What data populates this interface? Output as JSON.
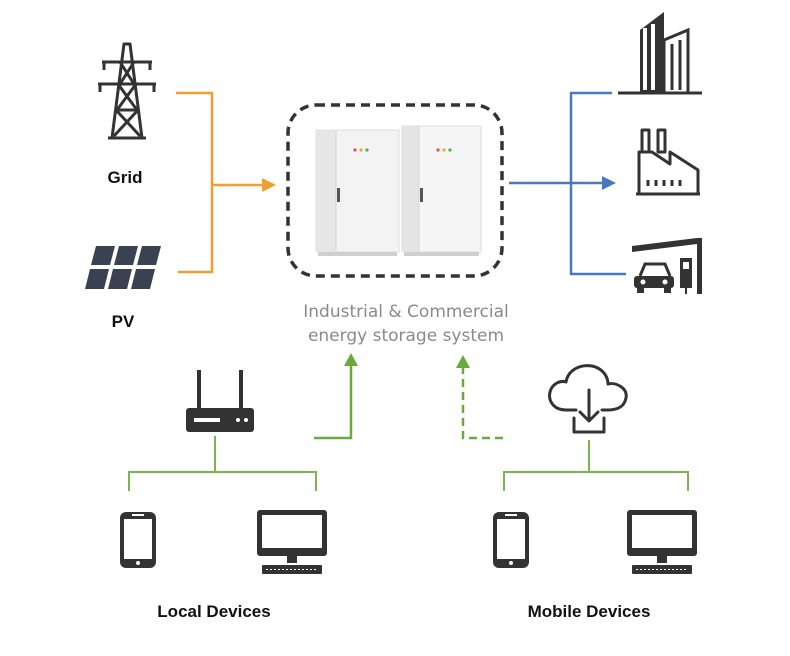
{
  "labels": {
    "grid": "Grid",
    "pv": "PV",
    "ess_line1": "Industrial & Commercial",
    "ess_line2": "energy storage system",
    "local_devices": "Local Devices",
    "mobile_devices": "Mobile Devices"
  },
  "colors": {
    "source_line": "#f0a030",
    "load_line": "#4a78c0",
    "comm_line": "#6aaa3a",
    "icon": "#333333",
    "cabinet": "#f2f2f2",
    "dashed_frame": "#333333",
    "caption": "#8a8a8a"
  },
  "icons": [
    "transmission-tower-icon",
    "solar-panel-icon",
    "office-building-icon",
    "factory-icon",
    "ev-charger-icon",
    "router-icon",
    "cloud-download-icon",
    "smartphone-icon",
    "desktop-monitor-icon"
  ]
}
